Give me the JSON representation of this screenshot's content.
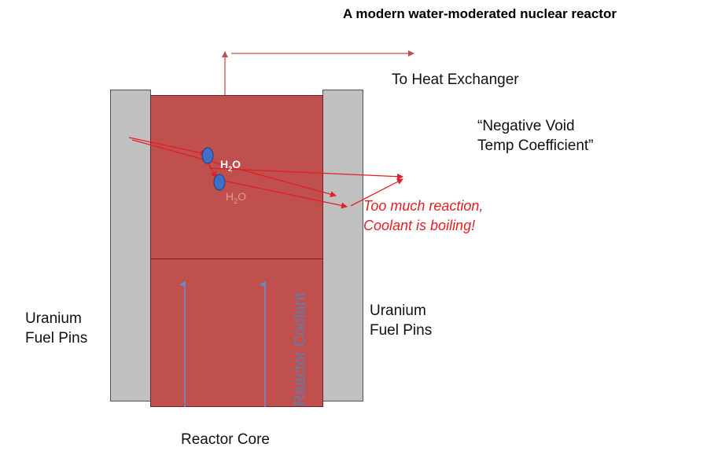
{
  "title": "A modern water-moderated nuclear reactor",
  "labels": {
    "heat_exchanger": "To Heat Exchanger",
    "void_coefficient_line1": "“Negative Void",
    "void_coefficient_line2": "Temp Coefficient”",
    "fuel_pins_left_line1": "Uranium",
    "fuel_pins_left_line2": "Fuel Pins",
    "fuel_pins_right_line1": "Uranium",
    "fuel_pins_right_line2": "Fuel Pins",
    "reactor_coolant": "Reactor Coolant",
    "reactor_core": "Reactor Core",
    "warning_line1": "Too much reaction,",
    "warning_line2": "Coolant is boiling!"
  },
  "molecules": {
    "water_main": "H",
    "water_main_sub": "2",
    "water_main_end": "O",
    "water_faded": "H",
    "water_faded_sub": "2",
    "water_faded_end": "O"
  },
  "colors": {
    "core": "#c0504d",
    "fuel_pin": "#c0c0c0",
    "neutron_arrow": "#e21f26",
    "coolant_arrow": "#6b8cc3",
    "molecule": "#3f6fc4",
    "warning_text": "#e21f26"
  }
}
